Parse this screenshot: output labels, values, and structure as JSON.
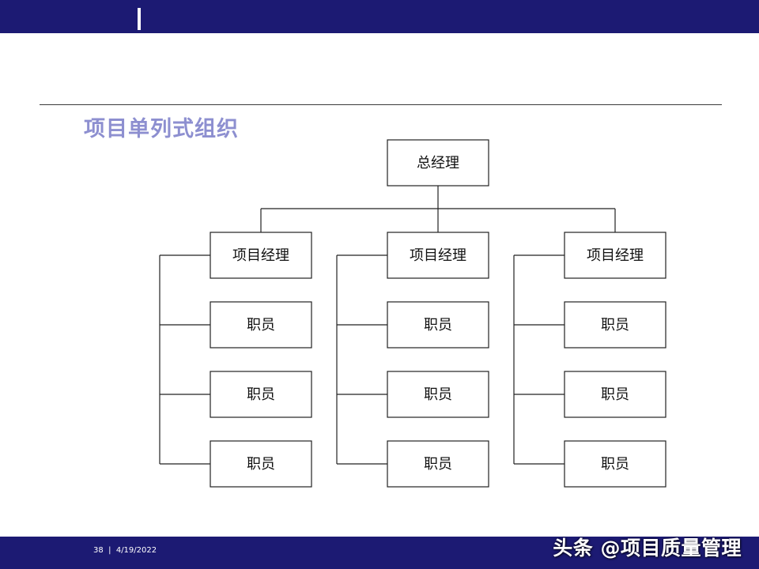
{
  "slide": {
    "title": "项目单列式组织"
  },
  "org_chart": {
    "root": "总经理",
    "branches": [
      {
        "manager": "项目经理",
        "staff": [
          "职员",
          "职员",
          "职员"
        ]
      },
      {
        "manager": "项目经理",
        "staff": [
          "职员",
          "职员",
          "职员"
        ]
      },
      {
        "manager": "项目经理",
        "staff": [
          "职员",
          "职员",
          "职员"
        ]
      }
    ]
  },
  "footer": {
    "page_number": "38",
    "separator": "|",
    "date": "4/19/2022",
    "watermark": "头条 @项目质量管理"
  },
  "colors": {
    "bar": "#1c1a73",
    "title": "#8d8fd0"
  }
}
